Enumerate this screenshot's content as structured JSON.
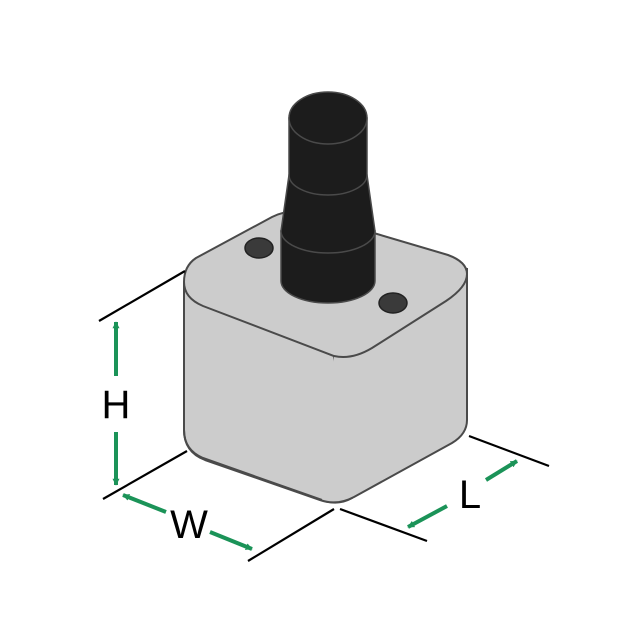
{
  "diagram": {
    "labels": {
      "height": "H",
      "width": "W",
      "length": "L"
    },
    "colors": {
      "body_fill": "#cccccc",
      "outline": "#4a4a4a",
      "shaft": "#1c1c1c",
      "holes": "#3a3a3a",
      "arrow": "#1b9358",
      "dimension_line": "#000000"
    }
  }
}
